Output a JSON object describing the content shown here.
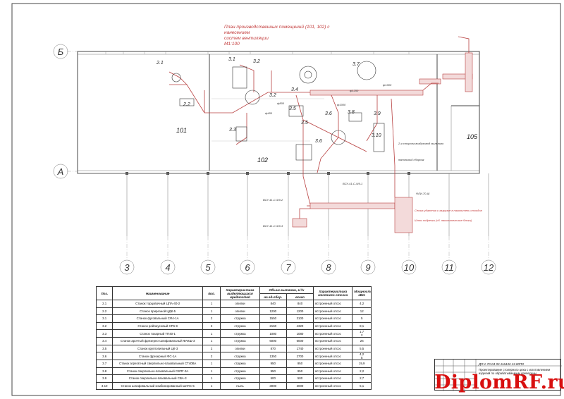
{
  "drawing": {
    "title": "План производственных помещений (101, 102) с нанесением систем вентиляции",
    "title_lines": [
      "План производственных помещений (101, 102) с",
      "нанесением",
      "систем вентиляции",
      "М1:100"
    ],
    "axis_letters": [
      "Б",
      "А"
    ],
    "axis_numbers": [
      "3",
      "4",
      "5",
      "6",
      "7",
      "8",
      "9",
      "10",
      "11",
      "12"
    ],
    "rooms": [
      "101",
      "102",
      "105"
    ],
    "equipment_tags": [
      "2.1",
      "2.2",
      "3.1",
      "3.2",
      "3.2",
      "3.3",
      "3.4",
      "3.5",
      "3.5",
      "3.6",
      "3.6",
      "3.7",
      "3.8",
      "3.9",
      "3.10"
    ],
    "duct_sizes": [
      "ф1250",
      "ф1000",
      "ф1000",
      "ф800",
      "ф450"
    ],
    "duct_labels": [
      "ВСУ-41-С-9/9-2",
      "ВСУ-41-С-9/9-3",
      "ВСУ-41-С-9/9-1",
      "ФЛИ-70-Ш"
    ],
    "notes": [
      "Сетка удаления к загрузке в накопитель отходов",
      "Шлюз подрезки (сб. накопительные блоки)",
      "2-я сторона воздуховод пыльного",
      "напольный сборник"
    ]
  },
  "spec_table": {
    "headers": {
      "pos": "Поз.",
      "name": "Наименование",
      "qty": "Кол.",
      "char": "Характеристика выделяющихся вредностей",
      "volume": "Объем вытяжки, м³/ч",
      "volume_one": "на ед.обор.",
      "volume_all": "всего",
      "exhaust": "Характеристика местного отсоса",
      "power": "Мощность, кВт"
    },
    "rows": [
      {
        "pos": "2.1",
        "name": "Станок торцовочный ЦПА-40-2",
        "qty": "1",
        "char": "опилки",
        "v1": "840",
        "v2": "840",
        "exh": "встроенный отсос",
        "pw": "4,2"
      },
      {
        "pos": "2.2",
        "name": "Станок прирезной ЦДК-5",
        "qty": "1",
        "char": "опилки",
        "v1": "1200",
        "v2": "1200",
        "exh": "встроенный отсос",
        "pw": "12"
      },
      {
        "pos": "3.1",
        "name": "Станок фуговальный СФ4-1А",
        "qty": "2",
        "char": "стружка",
        "v1": "1550",
        "v2": "3100",
        "exh": "встроенный отсос",
        "pw": "5"
      },
      {
        "pos": "3.2",
        "name": "Станок рейсмусовый СР6-9",
        "qty": "2",
        "char": "стружка",
        "v1": "2160",
        "v2": "4320",
        "exh": "встроенный отсос",
        "pw": "8,1"
      },
      {
        "pos": "3.3",
        "name": "Станок токарный ТП40-1",
        "qty": "1",
        "char": "стружка",
        "v1": "1080",
        "v2": "1080",
        "exh": "встроенный отсос",
        "pw": "1,7\n2"
      },
      {
        "pos": "3.4",
        "name": "Станок арочтый фрезерно-шлифовальный ФАКШ-3",
        "qty": "1",
        "char": "стружка",
        "v1": "6000",
        "v2": "6000",
        "exh": "встроенный отсос",
        "pw": "26"
      },
      {
        "pos": "3.5",
        "name": "Станок круглопильный ЦК-3",
        "qty": "2",
        "char": "опилки",
        "v1": "870",
        "v2": "1740",
        "exh": "встроенный отсос",
        "pw": "5,5"
      },
      {
        "pos": "3.6",
        "name": "Станок фрезерный ФС-1А",
        "qty": "2",
        "char": "стружка",
        "v1": "1350",
        "v2": "2700",
        "exh": "встроенный отсос",
        "pw": "4,2\n5"
      },
      {
        "pos": "3.7",
        "name": "Станок агрегатный сверлильно-пазовальный СТ40ВА",
        "qty": "1",
        "char": "стружка",
        "v1": "950",
        "v2": "950",
        "exh": "встроенный отсос",
        "pw": "19,9"
      },
      {
        "pos": "3.8",
        "name": "Станок сверлильно-пазовальный СВПГ-3А",
        "qty": "1",
        "char": "стружка",
        "v1": "950",
        "v2": "950",
        "exh": "встроенный отсос",
        "pw": "2,2"
      },
      {
        "pos": "3.9",
        "name": "Станок сверлильно-пазовальный СВА-3",
        "qty": "1",
        "char": "стружка",
        "v1": "500",
        "v2": "500",
        "exh": "встроенный отсос",
        "pw": "2,7"
      },
      {
        "pos": "3.10",
        "name": "Станок шлифовальный комбинированный ШлПС-5",
        "qty": "1",
        "char": "пыль",
        "v1": "3000",
        "v2": "3000",
        "exh": "встроенный отсос",
        "pw": "5,1"
      }
    ]
  },
  "stamp": {
    "code": "ДП.1-70-04 02.116442.13.00ПЗ",
    "description": "Проектирование столярного цеха с изготовлением изделий по обрабатываемым древесины"
  },
  "watermark": "DiplomRF.ru"
}
